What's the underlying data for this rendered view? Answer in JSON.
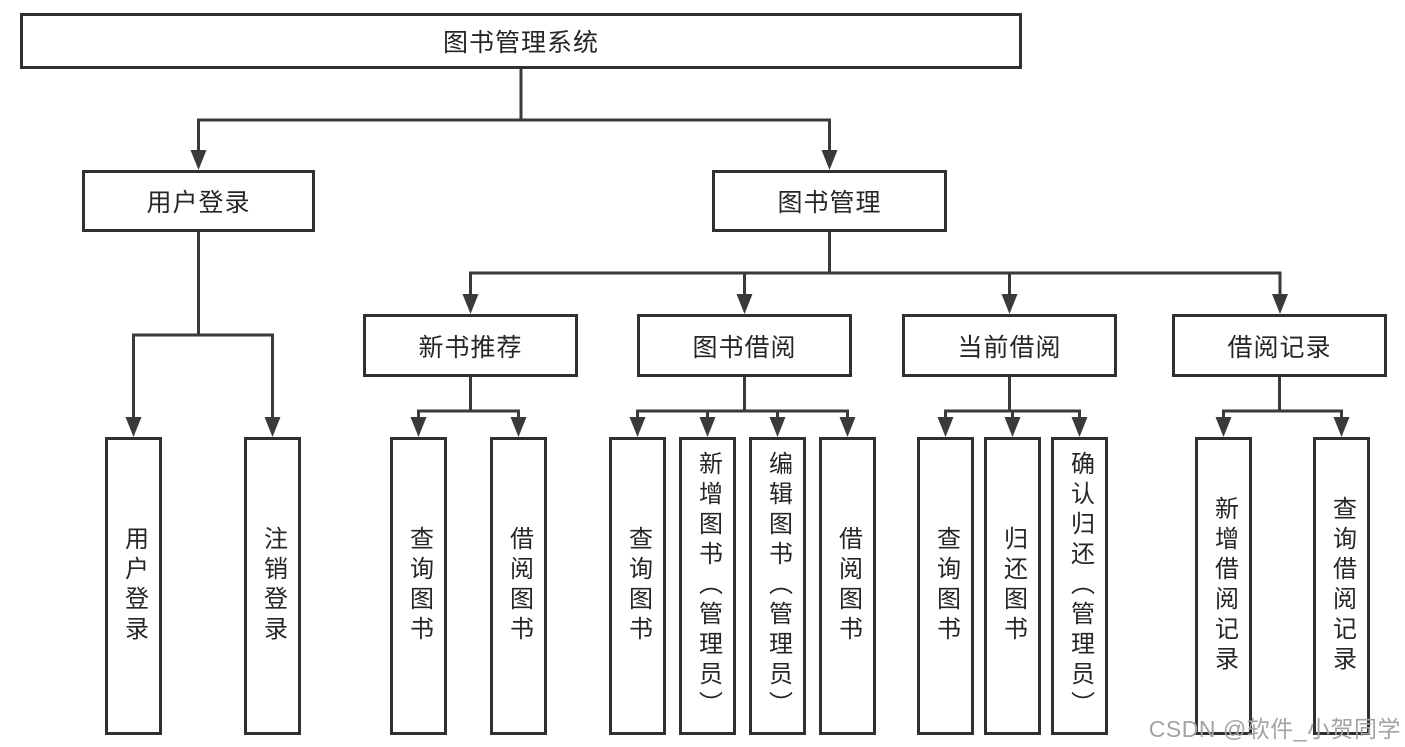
{
  "diagram": {
    "title": "图书管理系统",
    "nodes": {
      "root": "图书管理系统",
      "login": "用户登录",
      "mgmt": "图书管理",
      "rec": "新书推荐",
      "borrow": "图书借阅",
      "current": "当前借阅",
      "record": "借阅记录",
      "login_user": "用户登录",
      "login_out": "注销登录",
      "rec_query": "查询图书",
      "rec_borrow": "借阅图书",
      "borrow_query": "查询图书",
      "borrow_add": "新增图书（管理员）",
      "borrow_edit": "编辑图书（管理员）",
      "borrow_borrow": "借阅图书",
      "current_query": "查询图书",
      "current_return": "归还图书",
      "current_confirm": "确认归还（管理员）",
      "record_add": "新增借阅记录",
      "record_query": "查询借阅记录"
    }
  },
  "watermark": "CSDN @软件_小贺同学",
  "colors": {
    "line": "#3a3a3a",
    "border": "#303030",
    "text": "#262626",
    "watermark": "#a3a3a3",
    "background": "#ffffff"
  }
}
